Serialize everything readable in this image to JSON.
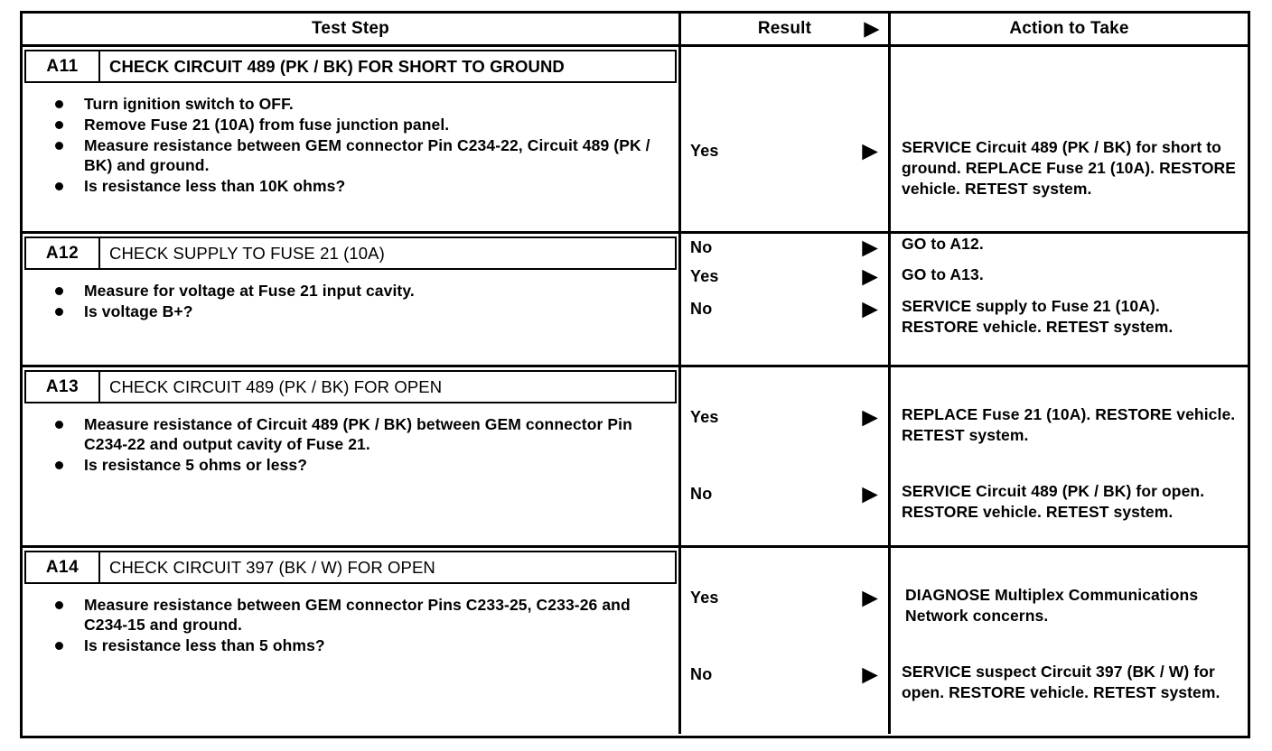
{
  "header": {
    "test_step": "Test Step",
    "result": "Result",
    "action": "Action to Take",
    "arrow_icon": "▶"
  },
  "icons": {
    "arrow": "▶",
    "bullet": "●"
  },
  "rows": [
    {
      "id": "A11",
      "title": "CHECK CIRCUIT 489 (PK / BK) FOR SHORT TO GROUND",
      "bullets": [
        "Turn ignition switch to OFF.",
        "Remove Fuse 21 (10A) from fuse junction panel.",
        "Measure resistance between GEM connector Pin C234-22, Circuit 489 (PK / BK) and ground.",
        "Is resistance less than 10K ohms?"
      ],
      "results": [
        {
          "label": "Yes",
          "action": "SERVICE Circuit 489 (PK / BK) for short to ground. REPLACE Fuse 21 (10A). RESTORE vehicle. RETEST system."
        },
        {
          "label": "No",
          "action": "GO to A12."
        }
      ]
    },
    {
      "id": "A12",
      "title": "CHECK SUPPLY TO FUSE 21 (10A)",
      "bullets": [
        "Measure for voltage at Fuse 21 input cavity.",
        "Is voltage B+?"
      ],
      "results": [
        {
          "label": "Yes",
          "action": "GO to A13."
        },
        {
          "label": "No",
          "action": "SERVICE supply to Fuse 21 (10A). RESTORE vehicle. RETEST system."
        }
      ]
    },
    {
      "id": "A13",
      "title": "CHECK CIRCUIT 489 (PK / BK) FOR OPEN",
      "bullets": [
        "Measure resistance of Circuit 489 (PK / BK) between GEM connector Pin C234-22 and output cavity of Fuse 21.",
        "Is resistance 5 ohms or less?"
      ],
      "results": [
        {
          "label": "Yes",
          "action": "REPLACE Fuse 21 (10A). RESTORE vehicle. RETEST system."
        },
        {
          "label": "No",
          "action": "SERVICE Circuit 489 (PK / BK) for open. RESTORE vehicle. RETEST system."
        }
      ]
    },
    {
      "id": "A14",
      "title": "CHECK CIRCUIT 397 (BK / W) FOR OPEN",
      "bullets": [
        "Measure resistance between GEM connector Pins C233-25, C233-26 and C234-15 and ground.",
        "Is resistance less than 5 ohms?"
      ],
      "results": [
        {
          "label": "Yes",
          "action": "DIAGNOSE Multiplex Communications Network concerns."
        },
        {
          "label": "No",
          "action": "SERVICE suspect Circuit 397 (BK / W) for open. RESTORE vehicle. RETEST system."
        }
      ]
    }
  ]
}
